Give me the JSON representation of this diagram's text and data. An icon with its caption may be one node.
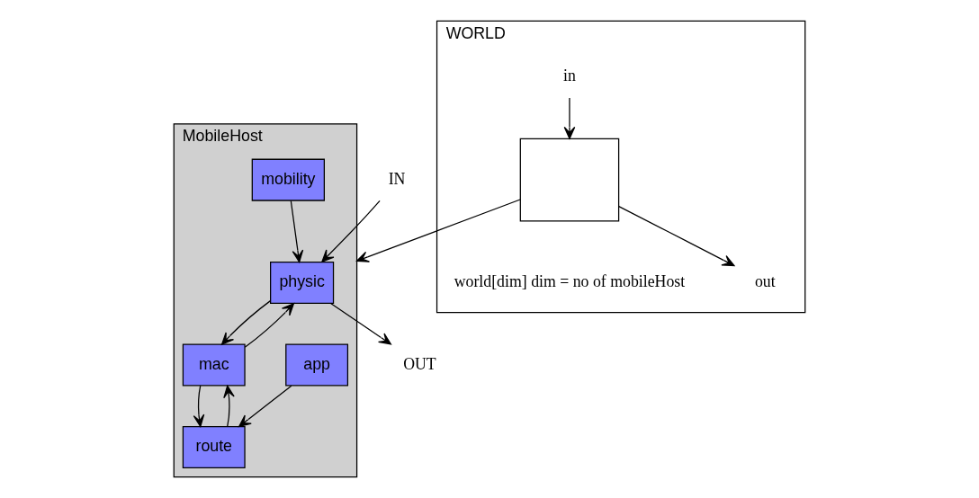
{
  "diagram": {
    "nodes": [
      {
        "text": [
          "WORLD"
        ]
      },
      {
        "text": [],
        "shape": "box",
        "in": 0,
        "beside": [
          "world[dim] dim = no of mobileHost"
        ]
      },
      {
        "text": [
          "out"
        ],
        "in": 0
      },
      {
        "text": [
          "in"
        ],
        "in": 0
      },
      {
        "text": [
          "MobileHost"
        ]
      },
      {
        "text": [
          "OUT"
        ]
      },
      {
        "text": [
          "IN"
        ]
      },
      {
        "text": [
          "physic"
        ],
        "in": 4
      },
      {
        "text": [
          "mac"
        ],
        "in": 4
      },
      {
        "text": [
          "route"
        ],
        "in": 4
      },
      {
        "text": [
          "app"
        ],
        "in": 4
      },
      {
        "text": [
          "mobility"
        ],
        "in": 4
      }
    ],
    "edges": [
      {
        "from": 1,
        "to": 2,
        "arrow": "to"
      },
      {
        "from": 3,
        "to": 1,
        "arrow": "to"
      },
      {
        "from": 1,
        "to": 4,
        "arrow": "to"
      },
      {
        "from": 7,
        "to": 5,
        "arrow": "to"
      },
      {
        "from": 6,
        "to": 7,
        "arrow": "to"
      },
      {
        "from": 7,
        "to": 8,
        "arrow": "to"
      },
      {
        "from": 8,
        "to": 7,
        "arrow": "to"
      },
      {
        "from": 8,
        "to": 9,
        "arrow": "to"
      },
      {
        "from": 9,
        "to": 8,
        "arrow": "to"
      },
      {
        "from": 10,
        "to": 9,
        "arrow": "to"
      },
      {
        "from": 11,
        "to": 7,
        "arrow": "to"
      }
    ]
  }
}
